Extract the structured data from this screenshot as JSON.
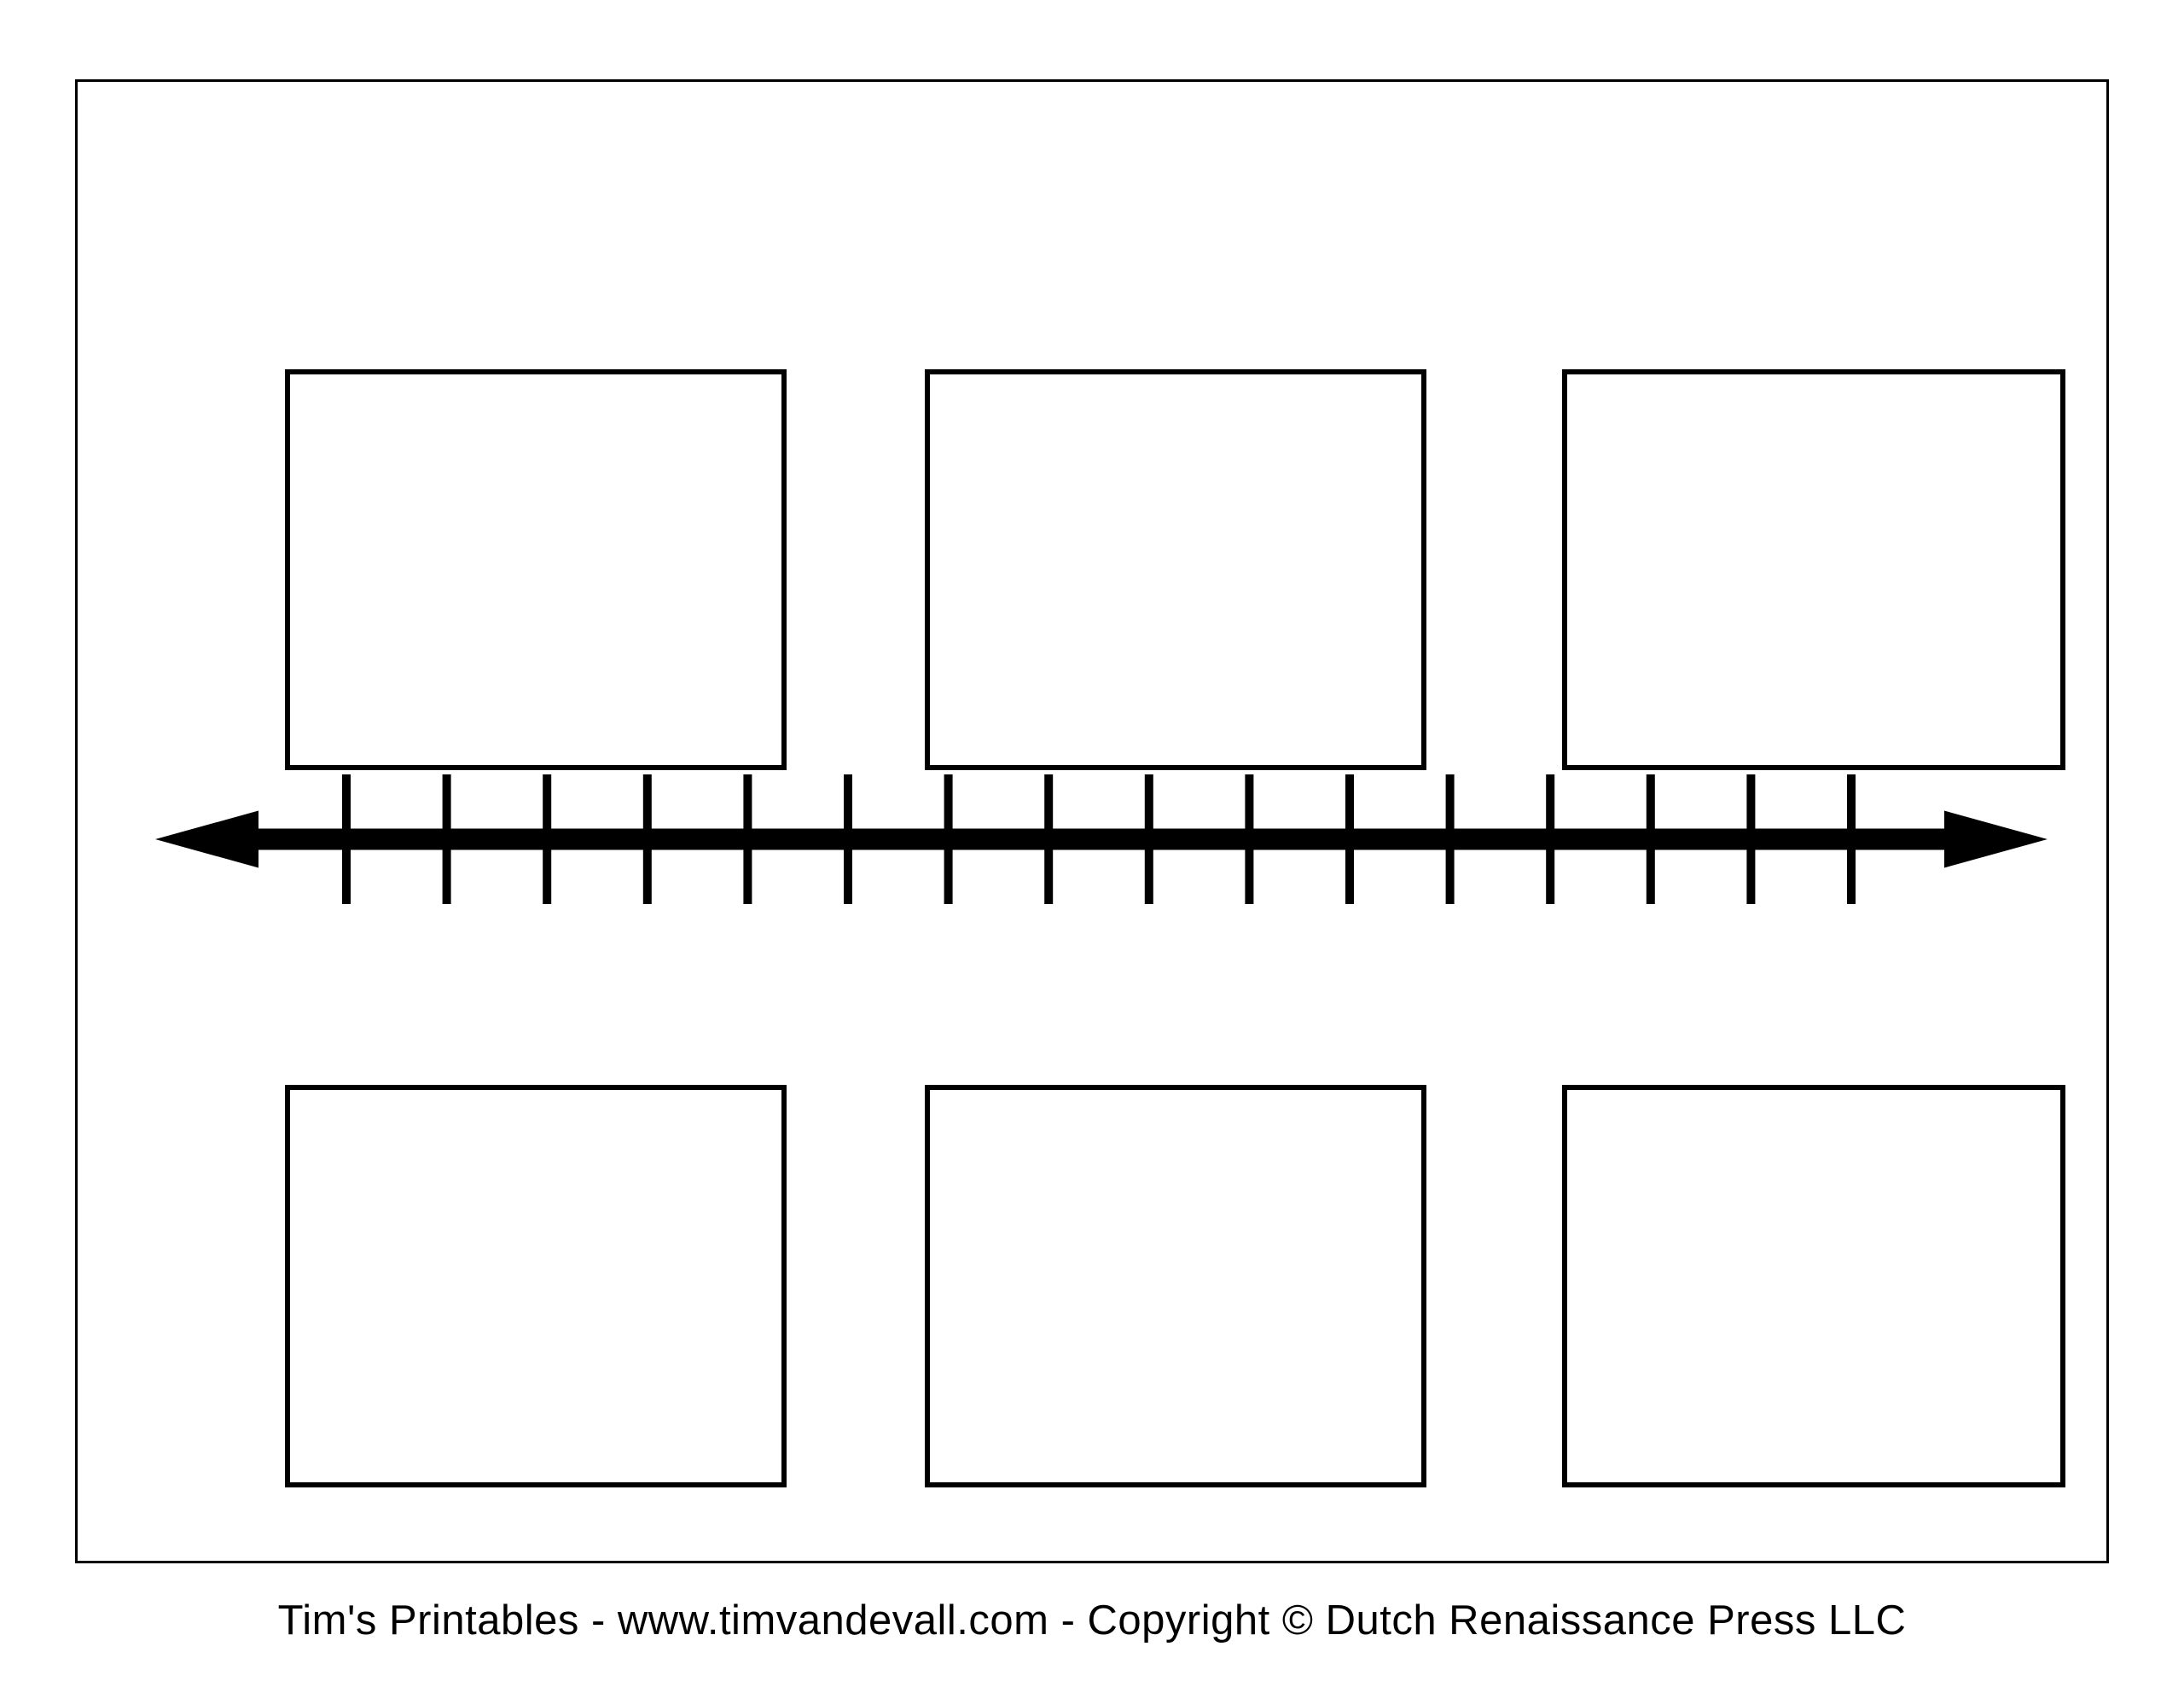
{
  "theme": {
    "ink": "#000000",
    "paper": "#ffffff"
  },
  "timeline": {
    "tick_count": 16,
    "tick_first_x": 256,
    "tick_spacing": 117.6,
    "tick_width": 10,
    "tick_top_y": 18,
    "tick_height": 152,
    "style": "double-headed horizontal arrow"
  },
  "event_boxes": {
    "count": 6,
    "rows": 2,
    "columns": 3,
    "content": ""
  },
  "footer": {
    "credit": "Tim's Printables - www.timvandevall.com - Copyright © Dutch Renaissance Press LLC"
  }
}
